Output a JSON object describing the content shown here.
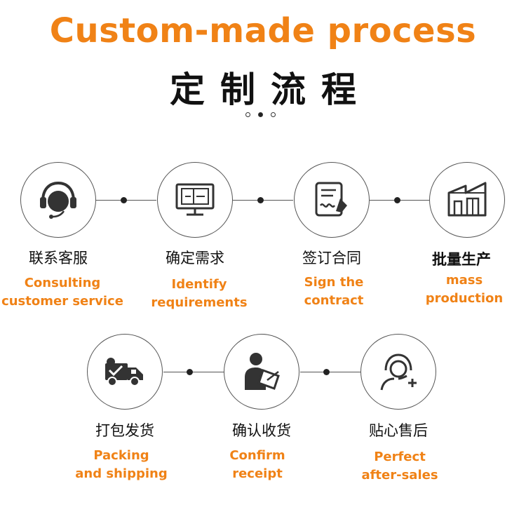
{
  "header": {
    "title_en": "Custom-made process",
    "title_cn": "定制流程"
  },
  "steps": [
    {
      "cn": "联系客服",
      "en1": "Consulting",
      "en2": "customer service",
      "icon": "headset-icon"
    },
    {
      "cn": "确定需求",
      "en1": "Identify",
      "en2": "requirements",
      "icon": "monitor-icon"
    },
    {
      "cn": "签订合同",
      "en1": "Sign the",
      "en2": "contract",
      "icon": "contract-icon"
    },
    {
      "cn": "批量生产",
      "en1": "mass",
      "en2": "production",
      "icon": "factory-icon"
    },
    {
      "cn": "打包发货",
      "en1": "Packing",
      "en2": "and shipping",
      "icon": "truck-icon"
    },
    {
      "cn": "确认收货",
      "en1": "Confirm",
      "en2": "receipt",
      "icon": "person-signing-icon"
    },
    {
      "cn": "贴心售后",
      "en1": "Perfect",
      "en2": "after-sales",
      "icon": "support-agent-icon"
    }
  ],
  "colors": {
    "accent": "#f08216",
    "text": "#111111",
    "line": "#555555"
  }
}
